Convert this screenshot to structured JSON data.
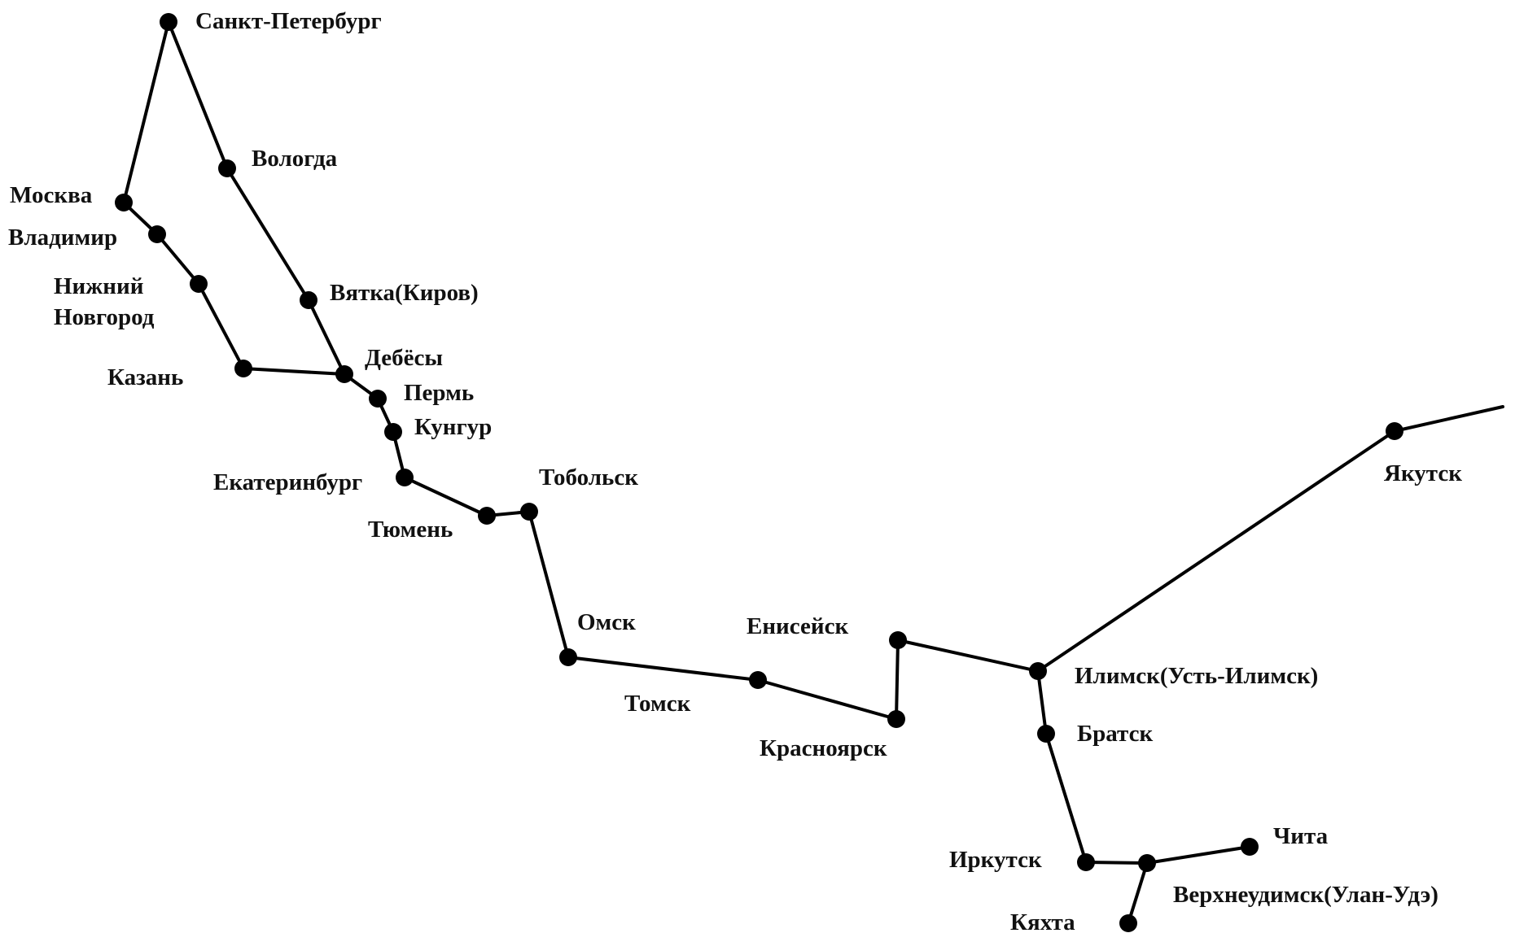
{
  "cities": {
    "spb": "Санкт-Петербург",
    "vologda": "Вологда",
    "moskva": "Москва",
    "vladimir": "Владимир",
    "nn1": "Нижний",
    "nn2": "Новгород",
    "vyatka": "Вятка(Киров)",
    "kazan": "Казань",
    "debesy": "Дебёсы",
    "perm": "Пермь",
    "kungur": "Кунгур",
    "ekb": "Екатеринбург",
    "tobolsk": "Тобольск",
    "tyumen": "Тюмень",
    "omsk": "Омск",
    "eniseisk": "Енисейск",
    "tomsk": "Томск",
    "krasnoyarsk": "Красноярск",
    "ilimsk": "Илимск(Усть-Илимск)",
    "bratsk": "Братск",
    "yakutsk": "Якутск",
    "chita": "Чита",
    "irkutsk": "Иркутск",
    "verkhneudinsk": "Верхнеудимск(Улан-Удэ)",
    "kyakhta": "Кяхта"
  },
  "colors": {
    "line": "#000000",
    "dot": "#000000",
    "text": "#111111",
    "background": "#ffffff"
  }
}
